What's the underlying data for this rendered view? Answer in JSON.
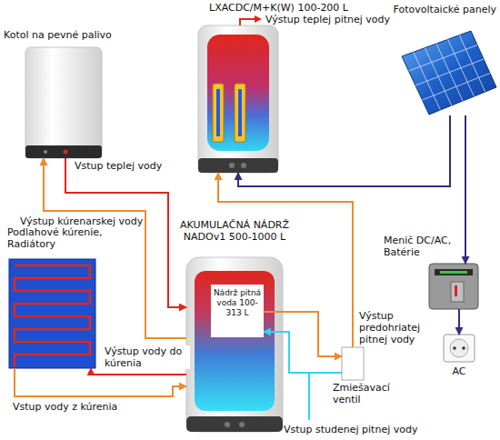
{
  "diagram": {
    "nodes": [
      {
        "text": [
          "Kotol na pevné palivo"
        ]
      },
      {
        "text": [
          "LXACDC/M+K(W) 100-200 L"
        ]
      },
      {
        "text": [
          "Fotovoltaické panely"
        ]
      },
      {
        "text": [
          "Podlahové kúrenie, Radiátory"
        ]
      },
      {
        "text": [
          "AKUMULAČNÁ NÁDRŽ NADOv1 500-1000 L"
        ]
      },
      {
        "text": [
          "Nádrž pitná voda 100-313 L"
        ],
        "in": 4
      },
      {
        "text": [
          "Menič DC/AC, Batérie"
        ]
      },
      {
        "text": [
          "Zmiešavací ventil"
        ]
      },
      {
        "text": [
          "AC"
        ]
      }
    ],
    "edges": [
      {
        "from": 0,
        "to": 4,
        "arrow": "to",
        "label": "Vstup teplej vody"
      },
      {
        "from": 4,
        "to": 0,
        "arrow": "to",
        "label": "Výstup kúrenarskej vody"
      },
      {
        "from": 4,
        "to": 3,
        "arrow": "to",
        "label": "Výstup vody do kúrenia"
      },
      {
        "from": 3,
        "to": 4,
        "arrow": "to",
        "label": "Vstup vody z kúrenia"
      },
      {
        "from": 5,
        "to": 7,
        "arrow": "to"
      },
      {
        "from": 7,
        "to": 5,
        "arrow": "to"
      },
      {
        "from": 7,
        "to": 1,
        "arrow": "to",
        "label": "Výstup predohriatej pitnej vody"
      },
      {
        "from": 2,
        "to": 1,
        "arrow": "to"
      },
      {
        "from": 2,
        "to": 6,
        "arrow": "to"
      },
      {
        "from": 6,
        "to": 8,
        "arrow": "to"
      }
    ],
    "labels": [
      "Výstup teplej pitnej vody",
      "Vstup studenej pitnej vody"
    ]
  }
}
